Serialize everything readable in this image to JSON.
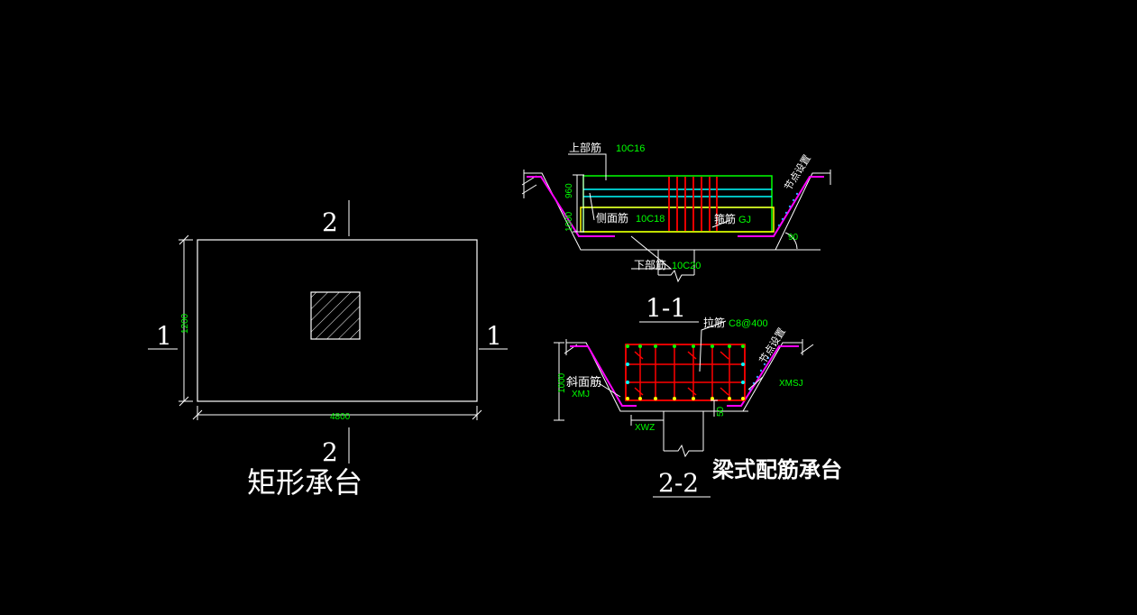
{
  "plan": {
    "title": "矩形承台",
    "section_mark_top": "2",
    "section_mark_bottom": "2",
    "section_mark_left": "1",
    "section_mark_right": "1",
    "dim_width": "4800",
    "dim_height": "1200"
  },
  "section_1_1": {
    "label": "1-1",
    "top_rebar_label": "上部筋",
    "top_rebar_spec": "10C16",
    "side_rebar_label": "侧面筋",
    "side_rebar_spec": "10C18",
    "stirrup_label": "箍筋",
    "stirrup_spec": "GJ",
    "bottom_rebar_label": "下部筋",
    "bottom_rebar_spec": "10C20",
    "node_setting": "节点设置",
    "dim_960": "960",
    "dim_1000": "1000",
    "angle": "90"
  },
  "section_2_2": {
    "label": "2-2",
    "tie_label": "拉筋",
    "tie_spec": "C8@400",
    "slope_label": "斜面筋",
    "slope_spec": "XMJ",
    "node_setting": "节点设置",
    "xmsj": "XMSJ",
    "xwz": "XWZ",
    "dim_1000": "1000",
    "dim_50": "50"
  },
  "beam_title": "梁式配筋承台",
  "colors": {
    "background": "#000000",
    "line": "#ffffff",
    "dimension_text": "#00ff00",
    "rebar_red": "#ff0000",
    "rebar_green": "#00ff00",
    "rebar_cyan": "#00ffff",
    "rebar_yellow": "#ffff00",
    "magenta": "#ff00ff",
    "dots_blue": "#3399ff"
  }
}
